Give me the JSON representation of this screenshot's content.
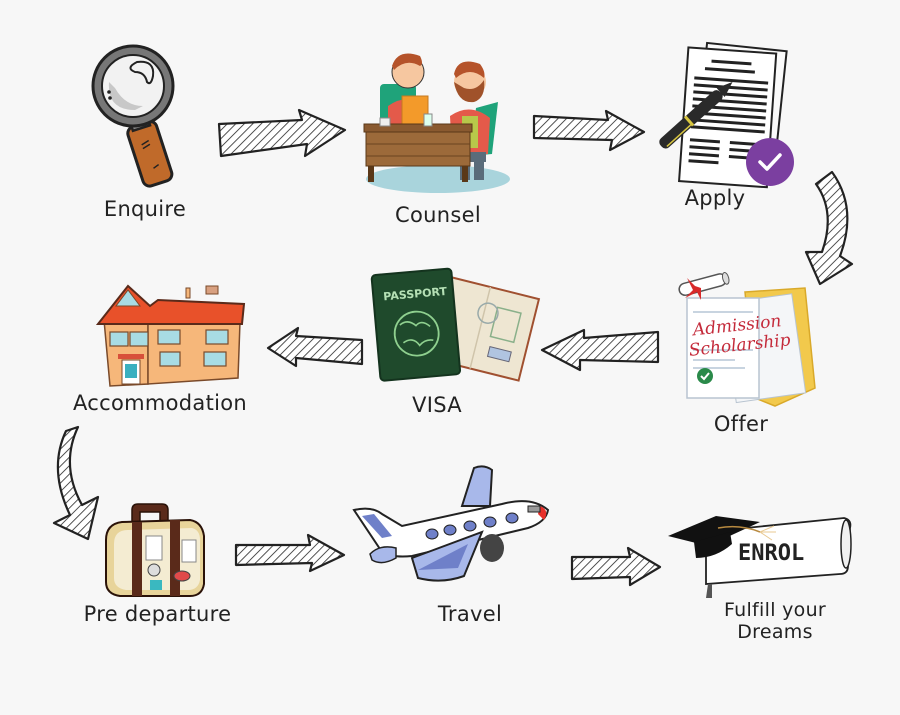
{
  "diagram": {
    "type": "process-flow",
    "background": "#f7f7f7",
    "steps": [
      {
        "id": "enquire",
        "label": "Enquire",
        "icon": "magnifying-glass-icon"
      },
      {
        "id": "counsel",
        "label": "Counsel",
        "icon": "counselling-meeting-icon"
      },
      {
        "id": "apply",
        "label": "Apply",
        "icon": "application-document-icon",
        "badge_color": "#7b3fa0"
      },
      {
        "id": "offer",
        "label": "Offer",
        "icon": "offer-letter-icon",
        "document_text": [
          "Admission",
          "Scholarship"
        ]
      },
      {
        "id": "visa",
        "label": "VISA",
        "icon": "passport-icon",
        "passport_text": "PASSPORT"
      },
      {
        "id": "accommodation",
        "label": "Accommodation",
        "icon": "house-icon"
      },
      {
        "id": "pre-departure",
        "label": "Pre departure",
        "icon": "suitcase-icon"
      },
      {
        "id": "travel",
        "label": "Travel",
        "icon": "airplane-icon"
      },
      {
        "id": "enrol",
        "label": "Fulfill your Dreams",
        "label_lines": [
          "Fulfill your",
          "Dreams"
        ],
        "icon": "graduation-scroll-icon",
        "scroll_text": "ENROL"
      }
    ],
    "connections": [
      {
        "from": "enquire",
        "to": "counsel",
        "direction": "right"
      },
      {
        "from": "counsel",
        "to": "apply",
        "direction": "right"
      },
      {
        "from": "apply",
        "to": "offer",
        "direction": "curved-down"
      },
      {
        "from": "offer",
        "to": "visa",
        "direction": "left"
      },
      {
        "from": "visa",
        "to": "accommodation",
        "direction": "left"
      },
      {
        "from": "accommodation",
        "to": "pre-departure",
        "direction": "curved-down"
      },
      {
        "from": "pre-departure",
        "to": "travel",
        "direction": "right"
      },
      {
        "from": "travel",
        "to": "enrol",
        "direction": "right"
      }
    ],
    "colors": {
      "apply_badge": "#7b3fa0",
      "passport_cover": "#1f4a2c",
      "house_roof": "#e8512a",
      "house_wall": "#f6b77a",
      "plane_blue": "#6f80c9",
      "plane_nose": "#e8302a",
      "magnifier_handle": "#c06a2a",
      "envelope_yellow": "#f2c94c",
      "scholarship_red": "#c42a3a"
    }
  }
}
